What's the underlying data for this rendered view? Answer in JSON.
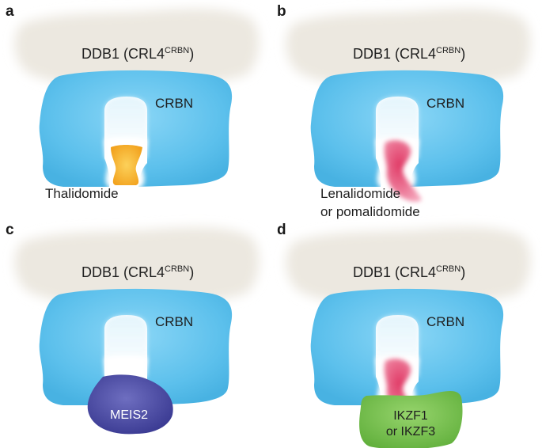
{
  "colors": {
    "ddb1": "#ece8e0",
    "crbn": "#5cc0ec",
    "thalidomide": "#f5b32a",
    "lenalidomide": "#e8557a",
    "meis2": "#4f4fa8",
    "ikzf": "#7cc453"
  },
  "panels": [
    {
      "letter": "a",
      "ddb1_main": "DDB1 (CRL4",
      "ddb1_sup": "CRBN",
      "ddb1_close": ")",
      "crbn": "CRBN",
      "ligand": "thalidomide",
      "label_lines": [
        "Thalidomide"
      ],
      "substrate": null
    },
    {
      "letter": "b",
      "ddb1_main": "DDB1 (CRL4",
      "ddb1_sup": "CRBN",
      "ddb1_close": ")",
      "crbn": "CRBN",
      "ligand": "lenalidomide",
      "label_lines": [
        "Lenalidomide",
        "or pomalidomide"
      ],
      "substrate": null
    },
    {
      "letter": "c",
      "ddb1_main": "DDB1 (CRL4",
      "ddb1_sup": "CRBN",
      "ddb1_close": ")",
      "crbn": "CRBN",
      "ligand": null,
      "label_lines": [],
      "substrate": {
        "kind": "meis2",
        "label_lines": [
          "MEIS2"
        ]
      }
    },
    {
      "letter": "d",
      "ddb1_main": "DDB1 (CRL4",
      "ddb1_sup": "CRBN",
      "ddb1_close": ")",
      "crbn": "CRBN",
      "ligand": "lenalidomide",
      "label_lines": [],
      "substrate": {
        "kind": "ikzf",
        "label_lines": [
          "IKZF1",
          "or IKZF3"
        ]
      }
    }
  ]
}
